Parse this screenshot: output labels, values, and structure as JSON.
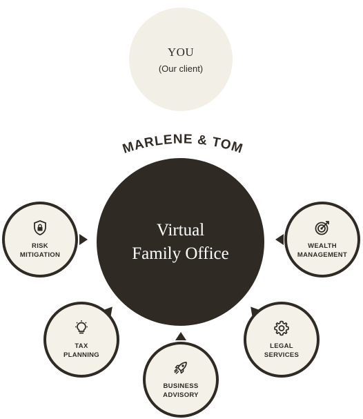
{
  "client": {
    "title": "YOU",
    "subtitle": "(Our client)"
  },
  "arc_label": "MARLENE & TOM",
  "center": {
    "line1": "Virtual",
    "line2": "Family Office"
  },
  "services": {
    "risk": {
      "line1": "RISK",
      "line2": "MITIGATION",
      "icon": "shield-lock-icon"
    },
    "wealth": {
      "line1": "WEALTH",
      "line2": "MANAGEMENT",
      "icon": "target-icon"
    },
    "tax": {
      "line1": "TAX",
      "line2": "PLANNING",
      "icon": "lightbulb-icon"
    },
    "legal": {
      "line1": "LEGAL",
      "line2": "SERVICES",
      "icon": "gear-icon"
    },
    "business": {
      "line1": "BUSINESS",
      "line2": "ADVISORY",
      "icon": "rocket-icon"
    }
  },
  "colors": {
    "dark": "#2f2a24",
    "light": "#f4f1e9",
    "bubble": "#f2efe6"
  }
}
